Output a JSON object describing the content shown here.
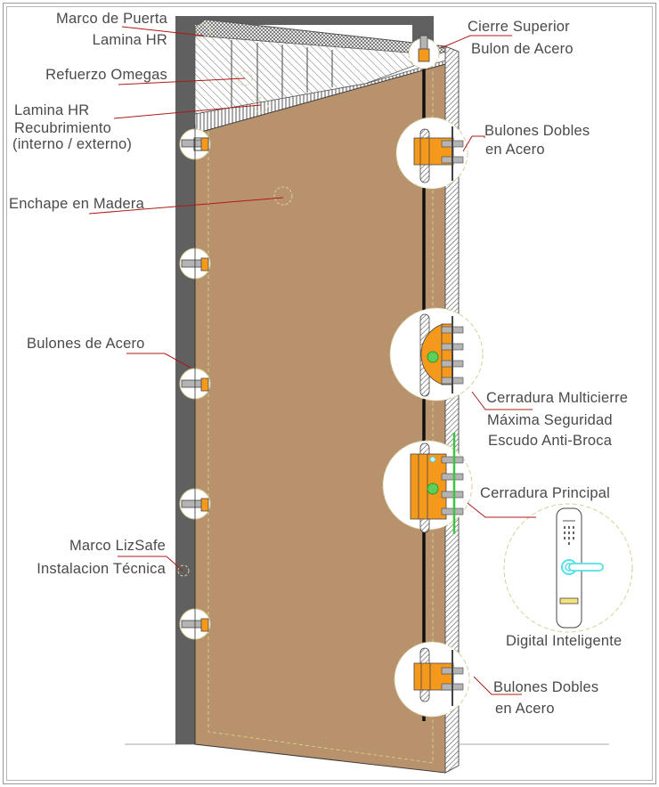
{
  "title": "Puerta de Seguridad - Componentes",
  "colors": {
    "wood": "#b8926c",
    "frame": "#606060",
    "steel_orange": "#f5991c",
    "steel_grey": "#b4b4b4",
    "leader": "#b01818",
    "highlight_circle": "#d6cf9a",
    "text": "#4a4a4a",
    "lock_green": "#3ec43e",
    "handle_cyan": "#55e0e8"
  },
  "labels": {
    "marco_puerta": "Marco de Puerta",
    "lamina_hr_top": "Lamina HR",
    "refuerzo": "Refuerzo Omegas",
    "lamina_hr": "Lamina HR",
    "recubrimiento": "Recubrimiento",
    "interno_externo": "(interno / externo)",
    "enchape": "Enchape en Madera",
    "bulones_acero": "Bulones de Acero",
    "marco_lizsafe": "Marco LizSafe",
    "instalacion": "Instalacion Técnica",
    "cierre_superior": "Cierre Superior",
    "bulon_acero": "Bulon de Acero",
    "bulones_dobles_1": "Bulones Dobles",
    "en_acero_1": "en Acero",
    "multicierre": "Cerradura Multicierre",
    "maxima": "Máxima Seguridad",
    "escudo": "Escudo Anti-Broca",
    "principal": "Cerradura Principal",
    "digital": "Digital Inteligente",
    "bulones_dobles_2": "Bulones Dobles",
    "en_acero_2": "en Acero"
  }
}
